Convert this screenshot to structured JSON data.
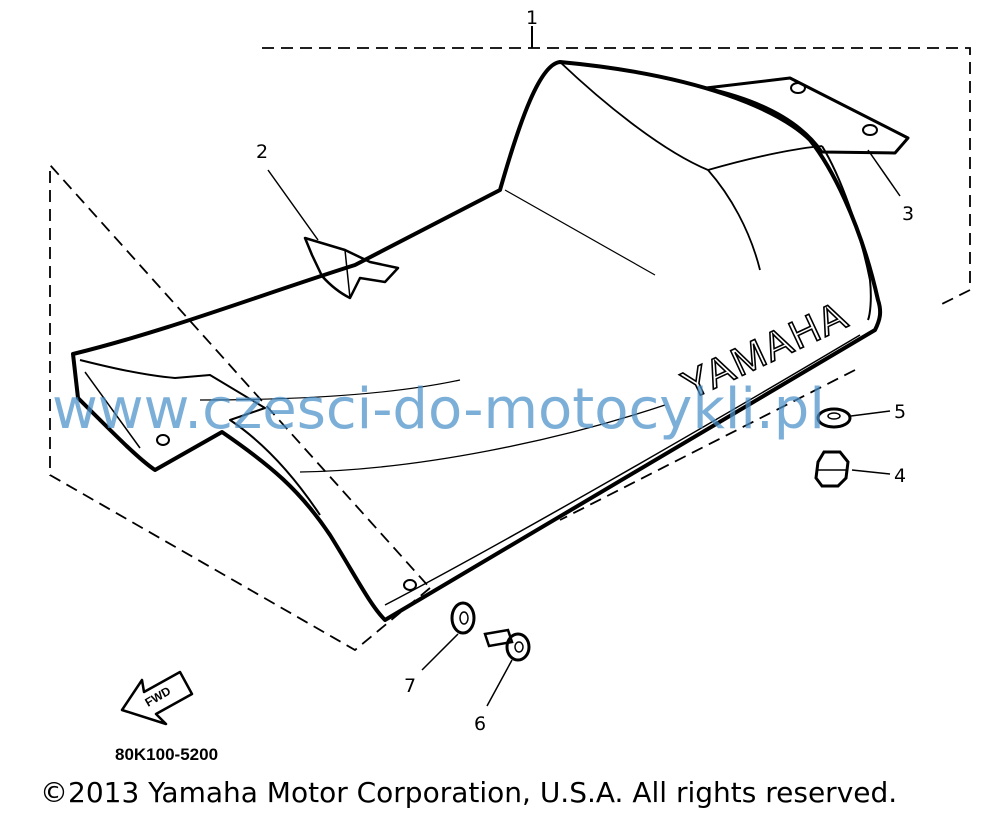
{
  "callouts": {
    "c1": "1",
    "c2": "2",
    "c3": "3",
    "c4": "4",
    "c5": "5",
    "c6": "6",
    "c7": "7"
  },
  "seat_brand": "YAMAHA",
  "fwd_label": "FWD",
  "part_code": "80K100-5200",
  "watermark": "www.czesci-do-motocykli.pl",
  "copyright": "©2013 Yamaha Motor Corporation, U.S.A. All rights reserved."
}
